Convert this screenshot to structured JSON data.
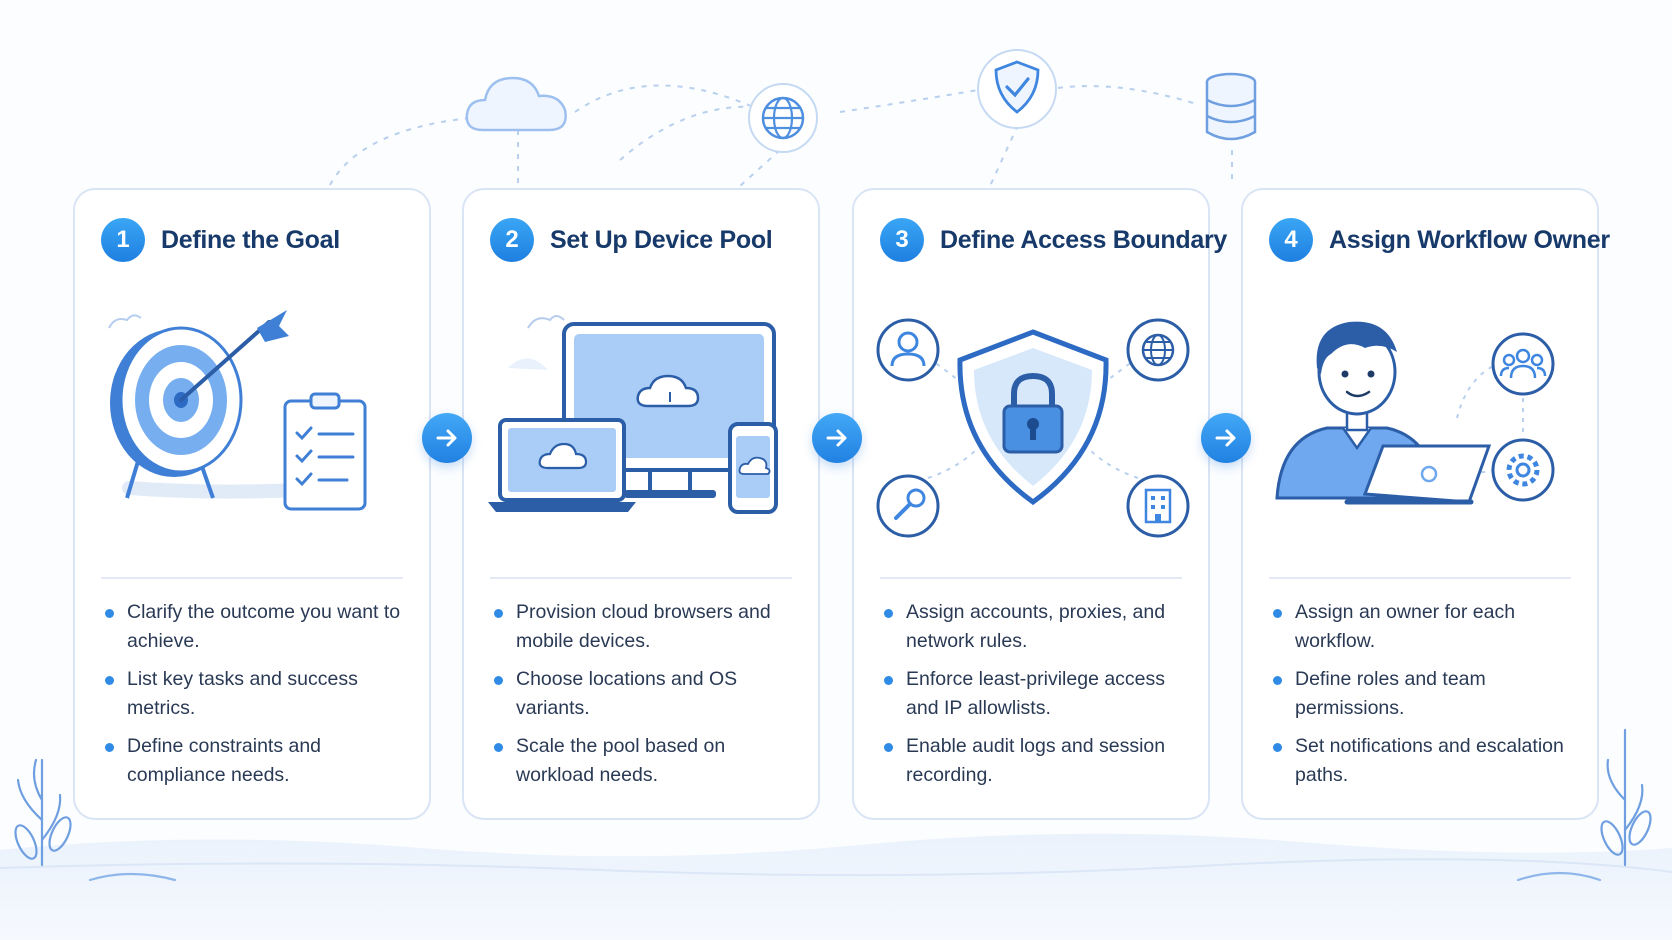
{
  "colors": {
    "accent": "#2181e2",
    "title": "#173a6a",
    "text": "#2a3a55",
    "border": "#d9e4f5",
    "illustration": "#6fa8ee"
  },
  "top_icons": [
    "cloud-icon",
    "globe-icon",
    "shield-check-icon",
    "database-icon"
  ],
  "steps": [
    {
      "number": "1",
      "title": "Define the Goal",
      "illustration": "target-arrow-clipboard",
      "bullets": [
        "Clarify the outcome you want to achieve.",
        "List key tasks and success metrics.",
        "Define constraints and compliance needs."
      ]
    },
    {
      "number": "2",
      "title": "Set Up Device Pool",
      "illustration": "monitor-laptop-phone-cloud",
      "bullets": [
        "Provision cloud browsers and mobile devices.",
        "Choose locations and OS variants.",
        "Scale the pool based on workload needs."
      ]
    },
    {
      "number": "3",
      "title": "Define Access Boundary",
      "illustration": "shield-lock-network",
      "bullets": [
        "Assign accounts, proxies, and network rules.",
        "Enforce least-privilege access and IP allowlists.",
        "Enable audit logs and session recording."
      ]
    },
    {
      "number": "4",
      "title": "Assign Workflow Owner",
      "illustration": "person-laptop-team-gear",
      "bullets": [
        "Assign an owner for each workflow.",
        "Define roles and team permissions.",
        "Set notifications and escalation paths."
      ]
    }
  ]
}
